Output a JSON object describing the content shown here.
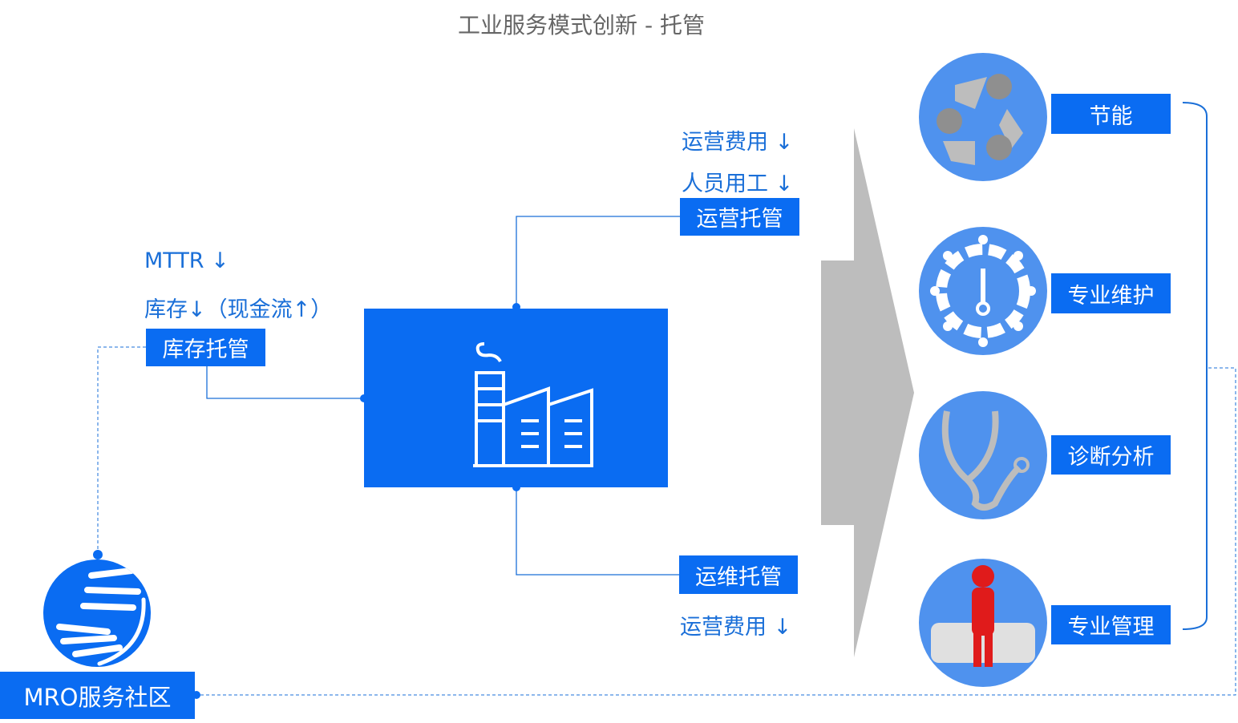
{
  "title": "工业服务模式创新 - 托管",
  "left": {
    "notes": [
      "MTTR ↓",
      "库存↓（现金流↑）"
    ],
    "tag": "库存托管"
  },
  "top": {
    "notes": [
      "运营费用 ↓",
      "人员用工 ↓"
    ],
    "tag": "运营托管"
  },
  "bottom": {
    "tag": "运维托管",
    "notes": [
      "运营费用 ↓"
    ]
  },
  "community": {
    "tag": "MRO服务社区"
  },
  "benefits": [
    {
      "label": "节能",
      "icon": "recycle-icon"
    },
    {
      "label": "专业维护",
      "icon": "gear-wrench-icon"
    },
    {
      "label": "诊断分析",
      "icon": "stethoscope-icon"
    },
    {
      "label": "专业管理",
      "icon": "team-leader-icon"
    }
  ],
  "colors": {
    "primary": "#0a6cf2",
    "circle": "#4f92ee",
    "text": "#1a6fd8",
    "arrow": "#bdbdbd"
  }
}
